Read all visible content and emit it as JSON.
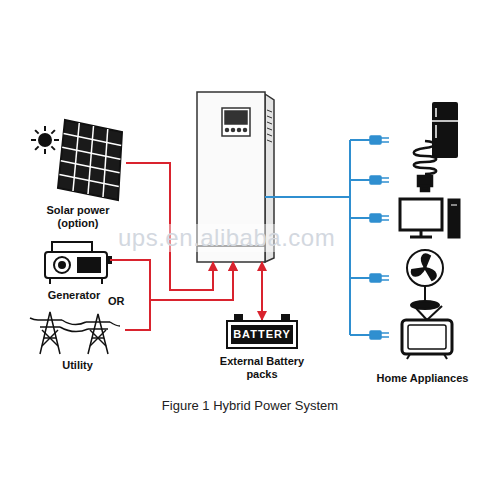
{
  "diagram": {
    "caption": "Figure 1 Hybrid Power System",
    "nodes": [
      {
        "text": [
          "Solar power (option)"
        ]
      },
      {
        "text": [
          "Generator"
        ]
      },
      {
        "text": [
          "Utility"
        ]
      },
      {
        "text": []
      },
      {
        "text": [
          "BATTERY",
          "External Battery packs"
        ]
      },
      {
        "text": [
          "Home Appliances"
        ]
      }
    ],
    "edges": [
      {
        "from": 0,
        "to": 3,
        "arrow": "to"
      },
      {
        "from": 1,
        "to": 3,
        "arrow": "to"
      },
      {
        "from": 2,
        "to": 3,
        "arrow": "to"
      },
      {
        "from": 3,
        "to": 4,
        "arrow": "both"
      },
      {
        "from": 3,
        "to": 5,
        "arrow": "none"
      }
    ],
    "labels": [
      "OR",
      "ups.en.alibaba.com"
    ]
  }
}
